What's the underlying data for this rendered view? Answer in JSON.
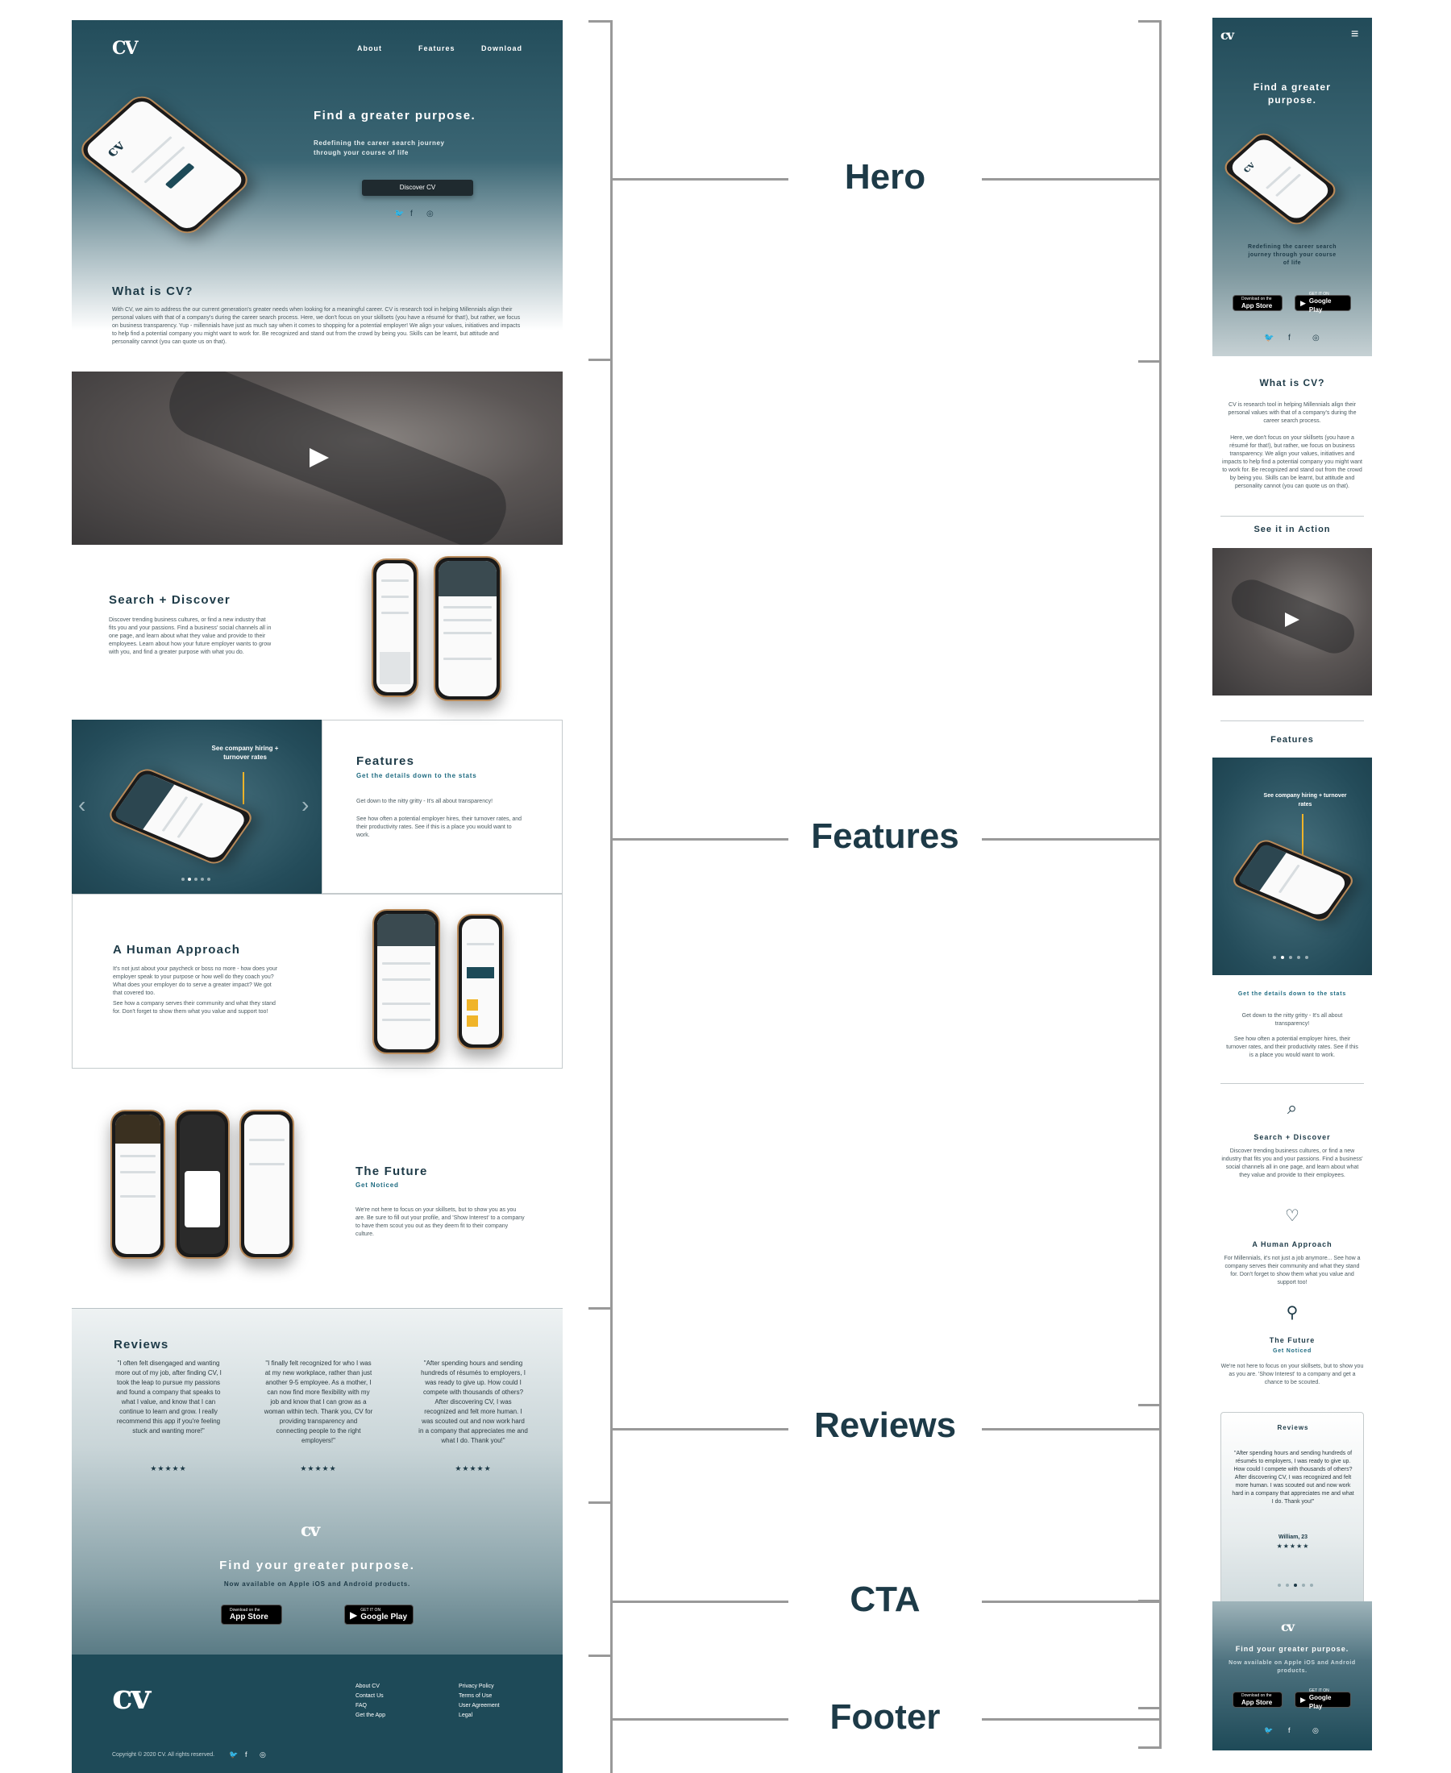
{
  "desktop": {
    "nav": {
      "logo": "CV",
      "about": "About",
      "features": "Features",
      "download": "Download"
    },
    "hero": {
      "title": "Find a greater purpose.",
      "subtitle": "Redefining the career search journey through your course of life",
      "cta": "Discover CV"
    },
    "what": {
      "title": "What is CV?",
      "body": "With CV, we aim to address the our current generation's greater needs when looking for a meaningful career. CV is research tool in helping Millennials align their personal values with that of a company's during the career search process. Here, we don't focus on your skillsets (you have a résumé for that!), but rather, we focus on business transparency. Yup - millennials have just as much say when it comes to shopping for a potential employer! We align your values, initiatives and impacts to help find a potential company you might want to work for. Be recognized and stand out from the crowd by being you. Skills can be learnt, but attitude and personality cannot (you can quote us on that)."
    },
    "search": {
      "title": "Search + Discover",
      "body": "Discover trending business cultures, or find a new industry that fits you and your passions. Find a business' social channels all in one page, and learn about what they value and provide to their employees. Learn about how your future employer wants to grow with you, and find a greater purpose with what you do."
    },
    "features": {
      "callout": "See company hiring + turnover rates",
      "title": "Features",
      "subtitle": "Get the details down to the stats",
      "body1": "Get down to the nitty gritty - It's all about transparency!",
      "body2": "See how often a potential employer hires, their turnover rates, and their productivity rates. See if this is a place you would want to work."
    },
    "human": {
      "title": "A Human Approach",
      "body1": "It's not just about your paycheck or boss no more - how does your employer speak to your purpose or how well do they coach you? What does your employer do to serve a greater impact? We got that covered too.",
      "body2": "See how a company serves their community and what they stand for. Don't forget to show them what you value and support too!"
    },
    "future": {
      "title": "The Future",
      "subtitle": "Get Noticed",
      "body": "We're not here to focus on your skillsets, but to show you as you are. Be sure to fill out your profile, and 'Show Interest' to a company to have them scout you out as they deem fit to their company culture."
    },
    "reviews": {
      "title": "Reviews",
      "items": [
        {
          "quote": "\"I often felt disengaged and wanting more out of my job, after finding CV, I took the leap to pursue my passions and found a company that speaks to what I value, and know that I can continue to learn and grow. I really recommend this app if you're feeling stuck and wanting more!\"",
          "stars": "★★★★★"
        },
        {
          "quote": "\"I finally felt recognized for who I was at my new workplace, rather than just another 9-5 employee. As a mother, I can now find more flexibility with my job and know that I can grow as a woman within tech. Thank you, CV for providing transparency and connecting people to the right employers!\"",
          "stars": "★★★★★"
        },
        {
          "quote": "\"After spending hours and sending hundreds of résumés to employers, I was ready to give up. How could I compete with thousands of others? After discovering CV, I was recognized and felt more human. I was scouted out and now work hard in a company that appreciates me and what I do. Thank you!\"",
          "stars": "★★★★★"
        }
      ]
    },
    "cta": {
      "title": "Find your greater purpose.",
      "subtitle": "Now available on Apple iOS and Android products.",
      "appstore_small": "Download on the",
      "appstore_big": "App Store",
      "play_small": "GET IT ON",
      "play_big": "Google Play"
    },
    "footer": {
      "links1": [
        "About CV",
        "Contact Us",
        "FAQ",
        "Get the App"
      ],
      "links2": [
        "Privacy Policy",
        "Terms of Use",
        "User Agreement",
        "Legal"
      ],
      "copyright": "Copyright © 2020 CV. All rights reserved."
    }
  },
  "labels": {
    "hero": "Hero",
    "features": "Features",
    "reviews": "Reviews",
    "cta": "CTA",
    "footer": "Footer"
  },
  "mobile": {
    "hero_title": "Find a greater purpose.",
    "hero_sub": "Redefining the career search journey through your course of life",
    "what_title": "What is CV?",
    "what_p1": "CV is research tool in helping Millennials align their personal values with that of a company's during the career search process.",
    "what_p2": "Here, we don't focus on your skillsets (you have a résumé for that!), but rather, we focus on business transparency. We align your values, initiatives and impacts to help find a potential company you might want to work for. Be recognized and stand out from the crowd by being you. Skills can be learnt, but attitude and personality cannot (you can quote us on that).",
    "action_title": "See it in Action",
    "features_title": "Features",
    "feature_callout": "See company hiring + turnover rates",
    "feature_sub": "Get the details down to the stats",
    "feature_p1": "Get down to the nitty gritty - It's all about transparency!",
    "feature_p2": "See how often a potential employer hires, their turnover rates, and their productivity rates. See if this is a place you would want to work.",
    "search_title": "Search + Discover",
    "search_body": "Discover trending business cultures, or find a new industry that fits you and your passions. Find a business' social channels all in one page, and learn about what they value and provide to their employees.",
    "human_title": "A Human Approach",
    "human_body": "For Millennials, it's not just a job anymore... See how a company serves their community and what they stand for. Don't forget to show them what you value and support too!",
    "future_title": "The Future",
    "future_sub": "Get Noticed",
    "future_body": "We're not here to focus on your skillsets, but to show you as you are. 'Show Interest' to a company and get a chance to be scouted.",
    "reviews_title": "Reviews",
    "review_quote": "\"After spending hours and sending hundreds of résumés to employers, I was ready to give up. How could I compete with thousands of others? After discovering CV, I was recognized and felt more human. I was scouted out and now work hard in a company that appreciates me and what I do. Thank you!\"",
    "review_author": "William, 23",
    "review_stars": "★★★★★",
    "cta_title": "Find your greater purpose.",
    "cta_sub": "Now available on Apple iOS and Android products."
  },
  "icons": {
    "twitter": "twitter-icon",
    "facebook": "facebook-icon",
    "instagram": "instagram-icon",
    "menu": "hamburger-menu-icon",
    "play": "play-icon"
  }
}
